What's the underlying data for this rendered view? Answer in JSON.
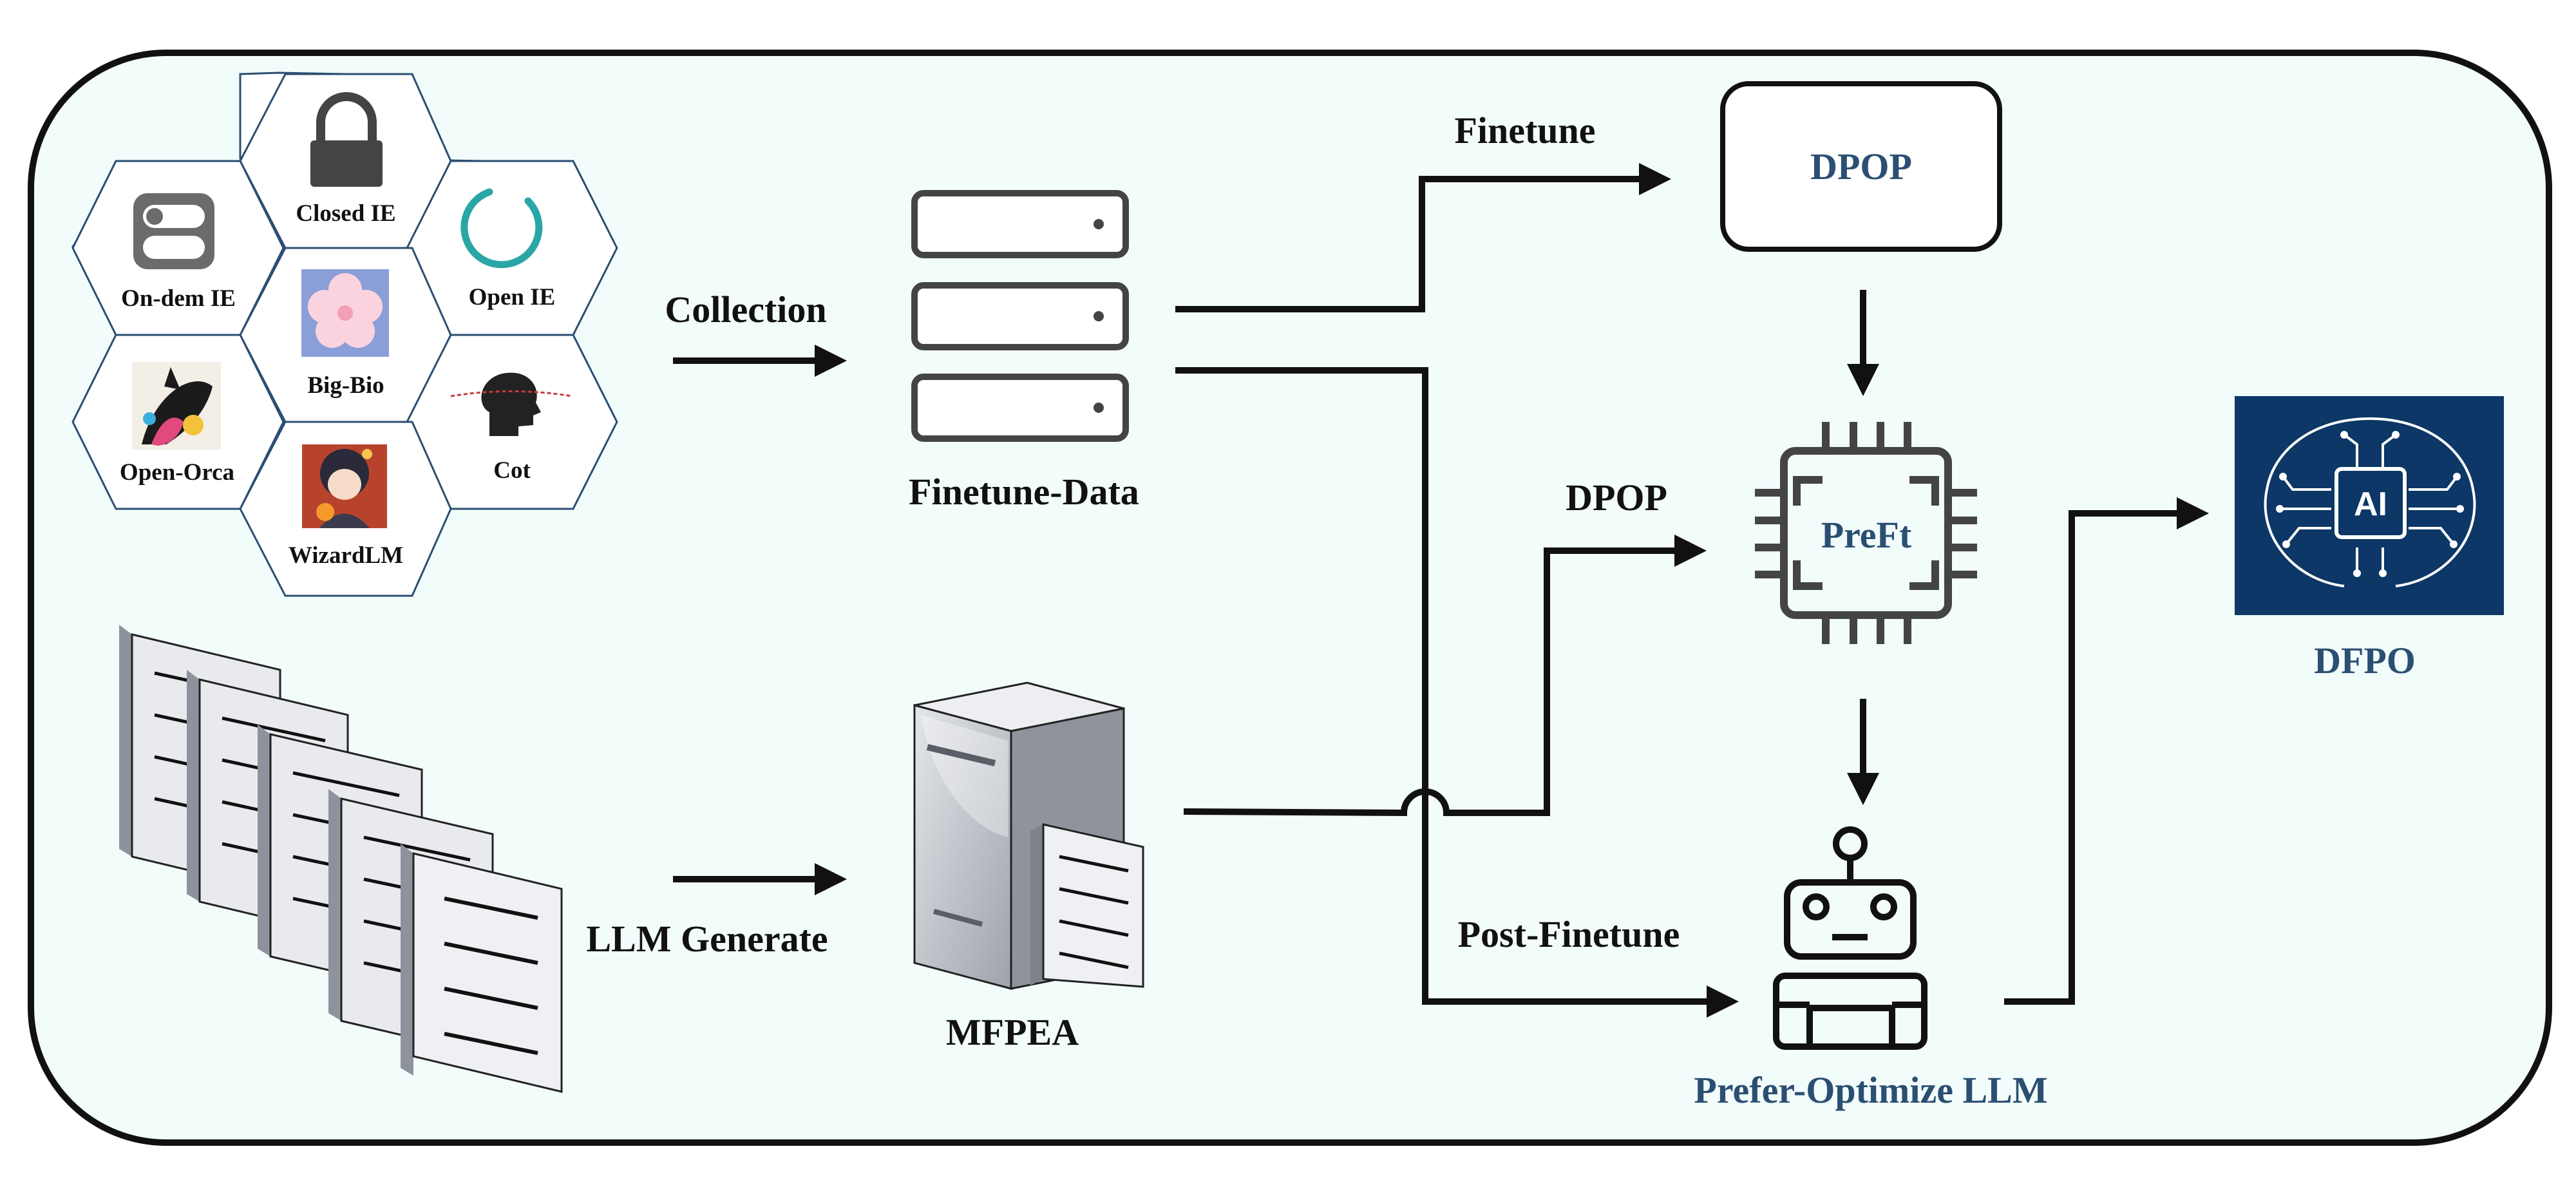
{
  "labels": {
    "closed_ie": "Closed IE",
    "on_dem_ie": "On-dem IE",
    "open_ie": "Open IE",
    "big_bio": "Big-Bio",
    "open_orca": "Open-Orca",
    "cot": "Cot",
    "wizardlm": "WizardLM",
    "collection": "Collection",
    "finetune_data": "Finetune-Data",
    "llm_generate": "LLM Generate",
    "mfpea": "MFPEA",
    "finetune": "Finetune",
    "dpop_edge": "DPOP",
    "post_finetune": "Post-Finetune",
    "dpop_box": "DPOP",
    "preft": "PreFt",
    "prefer_optimize": "Prefer-Optimize LLM",
    "ai_badge": "AI",
    "dfpo": "DFPO"
  },
  "icons": {
    "closed_ie": "lock-icon",
    "on_dem_ie": "toggle-icon",
    "open_ie": "loading-ring-icon",
    "big_bio": "flower-icon",
    "open_orca": "orca-image",
    "cot": "head-silhouette-image",
    "wizardlm": "anime-character-image",
    "finetune_data": "database-stack-icon",
    "documents": "document-stack-icon",
    "mfpea": "server-with-document-icon",
    "preft": "chip-icon",
    "prefer_optimize": "robot-icon",
    "dfpo": "ai-brain-circuit-icon"
  },
  "colors": {
    "background": "#f2fcfb",
    "border": "#111111",
    "hex_stroke": "#2b4f72",
    "accent_blue": "#2b4f72",
    "ai_panel": "#0c3766",
    "icon_gray": "#4a4a4a",
    "teal": "#2aa6a6"
  }
}
